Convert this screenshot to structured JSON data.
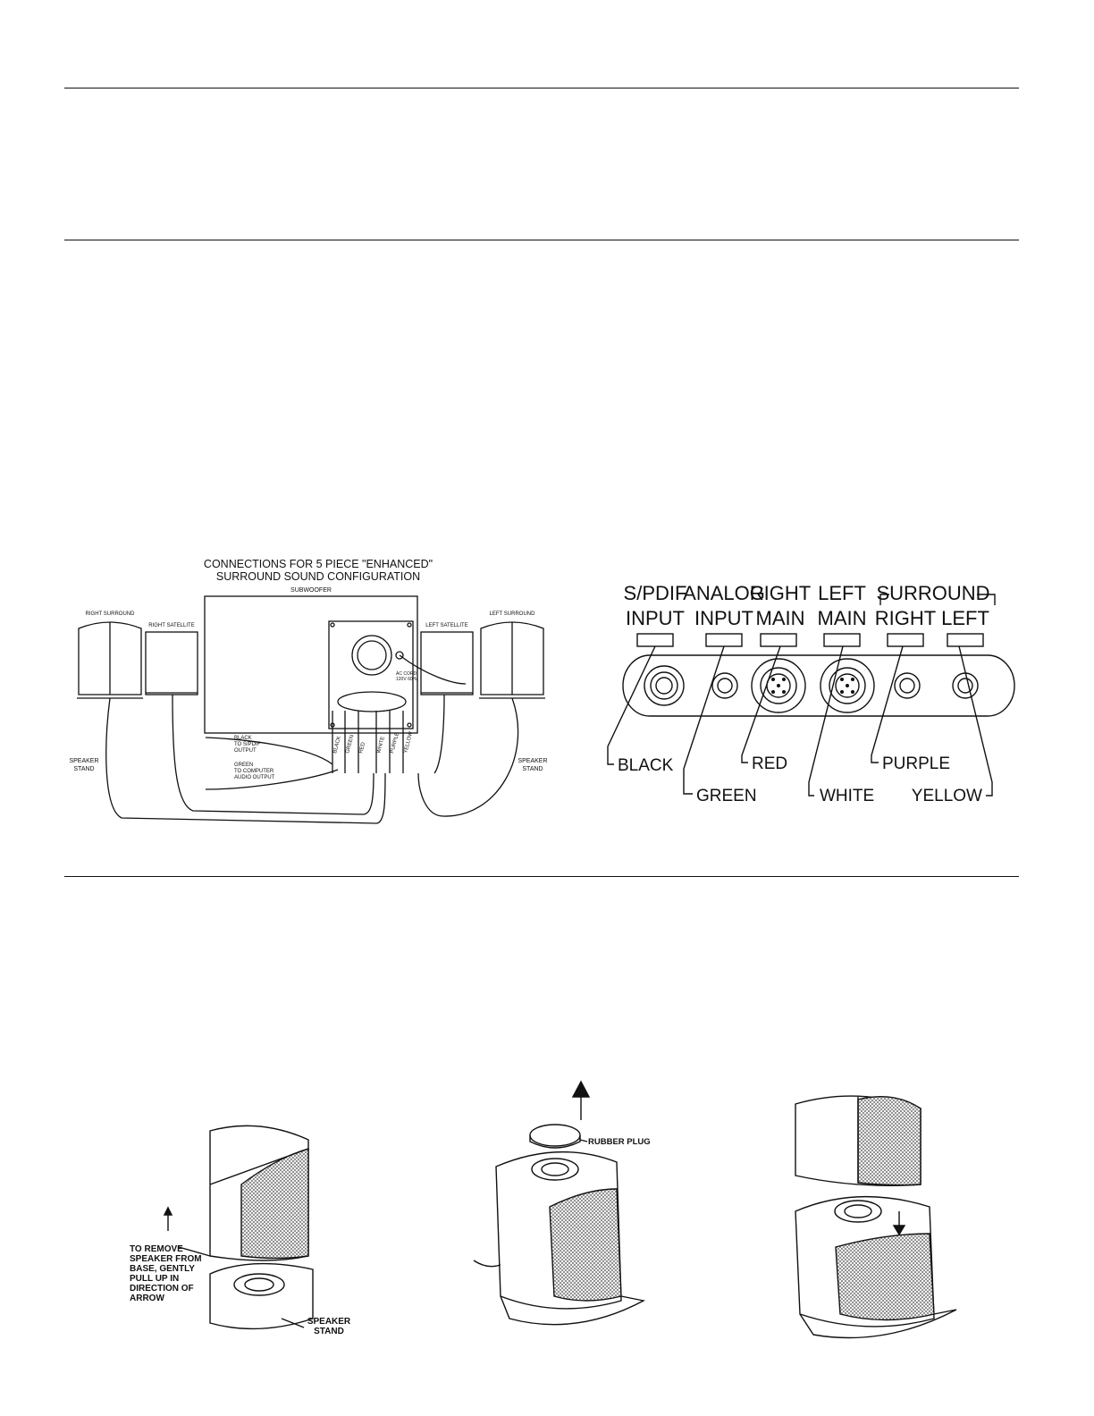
{
  "wiring_diagram": {
    "title_line1": "CONNECTIONS FOR 5 PIECE \"ENHANCED\"",
    "title_line2": "SURROUND SOUND CONFIGURATION",
    "subwoofer": "SUBWOOFER",
    "right_surround": "RIGHT SURROUND",
    "right_satellite": "RIGHT SATELLITE",
    "left_satellite": "LEFT SATELLITE",
    "left_surround": "LEFT SURROUND",
    "speaker_stand_left_1": "SPEAKER",
    "speaker_stand_left_2": "STAND",
    "speaker_stand_right_1": "SPEAKER",
    "speaker_stand_right_2": "STAND",
    "black_cable_1": "BLACK",
    "black_cable_2": "TO S/PDIF",
    "black_cable_3": "OUTPUT",
    "green_cable_1": "GREEN",
    "green_cable_2": "TO COMPUTER",
    "green_cable_3": "AUDIO OUTPUT",
    "power_1": "AC CORD",
    "power_2": "120V 60Hz",
    "wire_labels": [
      "BLACK",
      "GREEN",
      "RED",
      "WHITE",
      "PURPLE",
      "YELLOW"
    ]
  },
  "input_panel": {
    "spdif_1": "S/PDIF",
    "spdif_2": "INPUT",
    "analog_1": "ANALOG",
    "analog_2": "INPUT",
    "right_1": "RIGHT",
    "right_2": "MAIN",
    "left_1": "LEFT",
    "left_2": "MAIN",
    "surround": "SURROUND",
    "surround_right": "RIGHT",
    "surround_left": "LEFT",
    "color_black": "BLACK",
    "color_green": "GREEN",
    "color_red": "RED",
    "color_white": "WHITE",
    "color_purple": "PURPLE",
    "color_yellow": "YELLOW"
  },
  "stand_removal": {
    "line1": "TO REMOVE",
    "line2": "SPEAKER FROM",
    "line3": "BASE, GENTLY",
    "line4": "PULL UP IN",
    "line5": "DIRECTION OF",
    "line6": "ARROW",
    "stand_1": "SPEAKER",
    "stand_2": "STAND"
  },
  "rubber_plug": {
    "label": "RUBBER PLUG"
  }
}
